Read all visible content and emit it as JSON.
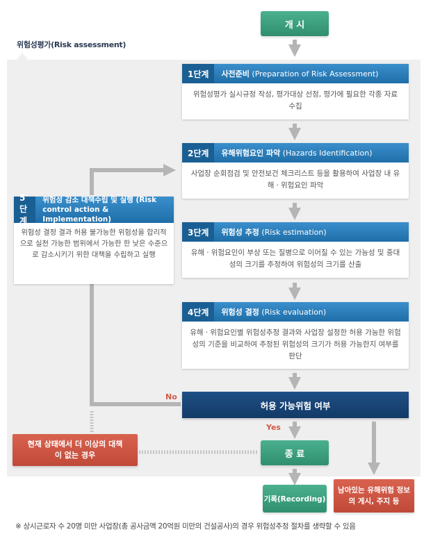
{
  "start_label": "개 시",
  "section_label": "위험성평가(Risk assessment)",
  "steps": [
    {
      "tag": "1단계",
      "title_ko": "사전준비",
      "title_en": "(Preparation of Risk Assessment)",
      "body": "위험성평가 실시규정 작성, 평가대상 선정, 평가에 필요한 각종 자료 수집"
    },
    {
      "tag": "2단계",
      "title_ko": "유해위험요인 파악",
      "title_en": "(Hazards Identification)",
      "body": "사업장 순회점검 및 안전보건 체크리스트 등을 활용하여 사업장 내 유해ㆍ위험요인 파악"
    },
    {
      "tag": "3단계",
      "title_ko": "위험성 추정",
      "title_en": "(Risk estimation)",
      "body": "유해ㆍ위험요인이 부상 또는 질병으로 이어질 수 있는 가능성 및 중대성의 크기를 추정하여 위험성의 크기를 산출"
    },
    {
      "tag": "4단계",
      "title_ko": "위험성 결정",
      "title_en": "(Risk evaluation)",
      "body": "유해ㆍ위험요인별 위험성추정 결과와 사업장 설정한 허용 가능한 위험성의 기준을 비교하여 추정된 위험성의 크기가 허용 가능한지 여부를 판단"
    }
  ],
  "step5": {
    "tag": "5단계",
    "title": "위험성 감소 대책수립 및 실행 (Risk control action & Implementation)",
    "body": "위험성 결정 결과 허용 불가능한 위험성을 합리적으로 실천 가능한 범위에서 가능한 한 낮은 수준으로 감소시키기 위한 대책을 수립하고 실행"
  },
  "decision_label": "허용 가능위험 여부",
  "no_label": "No",
  "yes_label": "Yes",
  "no_more_label": "현재 상태에서 더 이상의 대책이 없는 경우",
  "end_label": "종 료",
  "record_label": "기록(Recording)",
  "residual_label": "남아있는 유해위험 정보의 게시, 주지 등",
  "footnote": "※ 상시근로자 수 20명 미만 사업장(총 공사금액 20억원 미만의 건설공사)의 경우 위험성추정 절차를 생략할 수 있음"
}
